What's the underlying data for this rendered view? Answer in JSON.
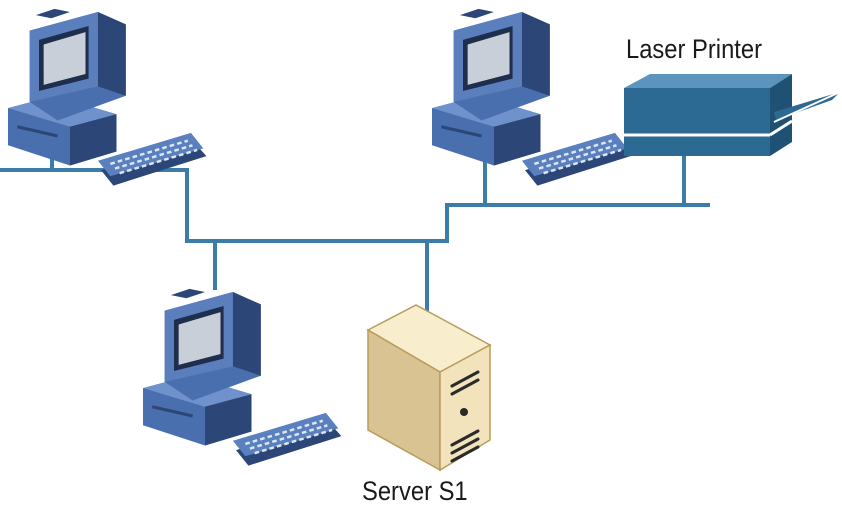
{
  "diagram": {
    "labels": {
      "printer": "Laser Printer",
      "server": "Server S1"
    },
    "colors": {
      "cable": "#3b7ca8",
      "pc_body": "#4a6fae",
      "pc_dark": "#2c4677",
      "pc_screen": "#c8cfd8",
      "printer": "#2d6a93",
      "server": "#f2e3bd",
      "server_shade": "#d9c392"
    },
    "nodes": [
      {
        "id": "pc-top-left",
        "kind": "workstation-icon"
      },
      {
        "id": "pc-top-middle",
        "kind": "workstation-icon"
      },
      {
        "id": "pc-bottom",
        "kind": "workstation-icon"
      },
      {
        "id": "server-s1",
        "kind": "server-tower-icon"
      },
      {
        "id": "laser-printer",
        "kind": "printer-icon"
      }
    ]
  }
}
